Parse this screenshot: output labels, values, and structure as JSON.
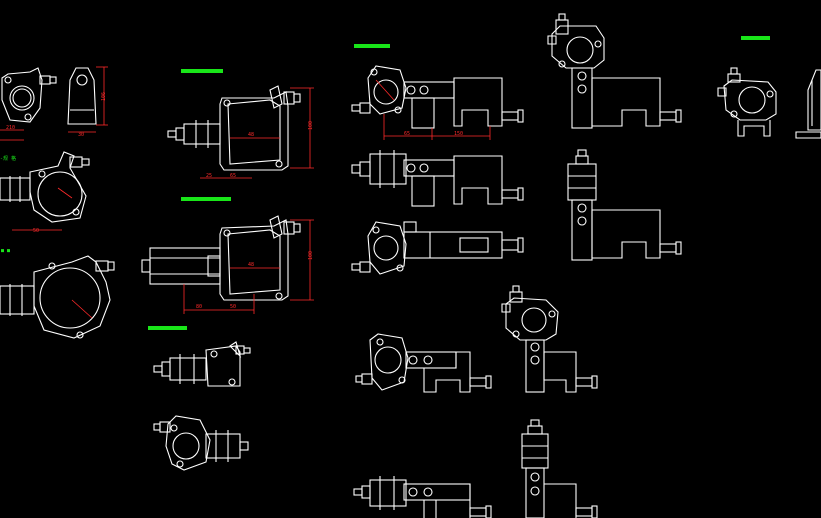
{
  "drawing": {
    "background": "#000000",
    "line_color": "#ffffff",
    "dimension_color": "#ff2a2a",
    "title_bar_color": "#19e619"
  },
  "labels": {
    "note_1": "-规 格",
    "note_2": "■ ■"
  },
  "dims": {
    "d_210": "210",
    "d_50": "50",
    "d_106": "106",
    "d_48": "48",
    "d_25": "25",
    "d_30": "30",
    "d_100": "100",
    "d_150": "150",
    "d_65": "65",
    "d_80": "80",
    "d_50b": "50"
  }
}
